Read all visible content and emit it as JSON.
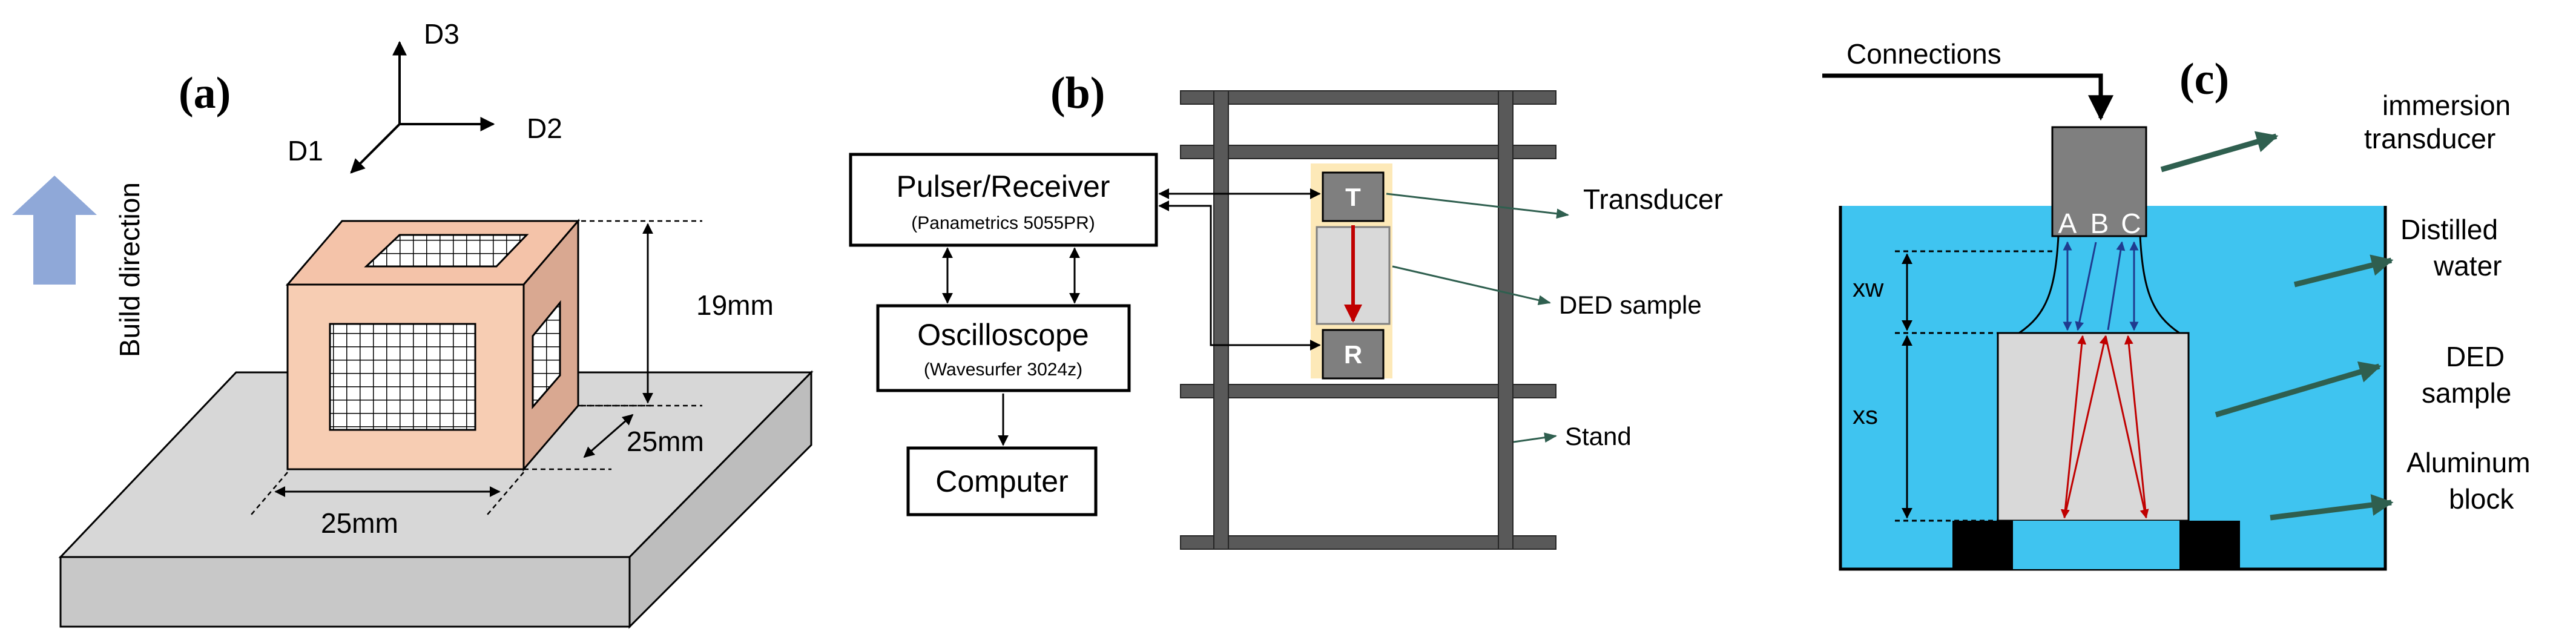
{
  "panel_a": {
    "label": "(a)",
    "axes": {
      "d1": "D1",
      "d2": "D2",
      "d3": "D3"
    },
    "build_direction": "Build direction",
    "dim_height": "19mm",
    "dim_depth": "25mm",
    "dim_width": "25mm",
    "colors": {
      "cube_front": "#f7cdb3",
      "cube_side": "#d9a891",
      "cube_top": "#f4c3a9",
      "plate_top": "#d7d7d7",
      "plate_side": "#c8c8c8",
      "arrow": "#8fa8d8"
    }
  },
  "panel_b": {
    "label": "(b)",
    "pulser_title": "Pulser/Receiver",
    "pulser_model": "(Panametrics 5055PR)",
    "scope_title": "Oscilloscope",
    "scope_model": "(Wavesurfer 3024z)",
    "computer": "Computer",
    "transducer_t": "T",
    "transducer_r": "R",
    "label_transducer": "Transducer",
    "label_sample": "DED sample",
    "label_stand": "Stand",
    "colors": {
      "stand": "#595959",
      "transducer": "#7f7f7f",
      "highlight": "#fde9b8",
      "sample": "#d9d9d9",
      "beam": "#c00000",
      "pointer": "#2f5f4f"
    }
  },
  "panel_c": {
    "label": "(c)",
    "connections": "Connections",
    "immersion_transducer": [
      "immersion",
      "transducer"
    ],
    "distilled_water": [
      "Distilled",
      "water"
    ],
    "ded_sample": [
      "DED",
      "sample"
    ],
    "aluminum_block": [
      "Aluminum",
      "block"
    ],
    "points": [
      "A",
      "B",
      "C"
    ],
    "xw": "xw",
    "xs": "xs",
    "colors": {
      "water": "#3fc4f0",
      "transducer": "#7f7f7f",
      "sample": "#d9d9d9",
      "pointer": "#2f5f4f",
      "blue_ray": "#1f3b8f",
      "red_ray": "#c00000"
    }
  }
}
